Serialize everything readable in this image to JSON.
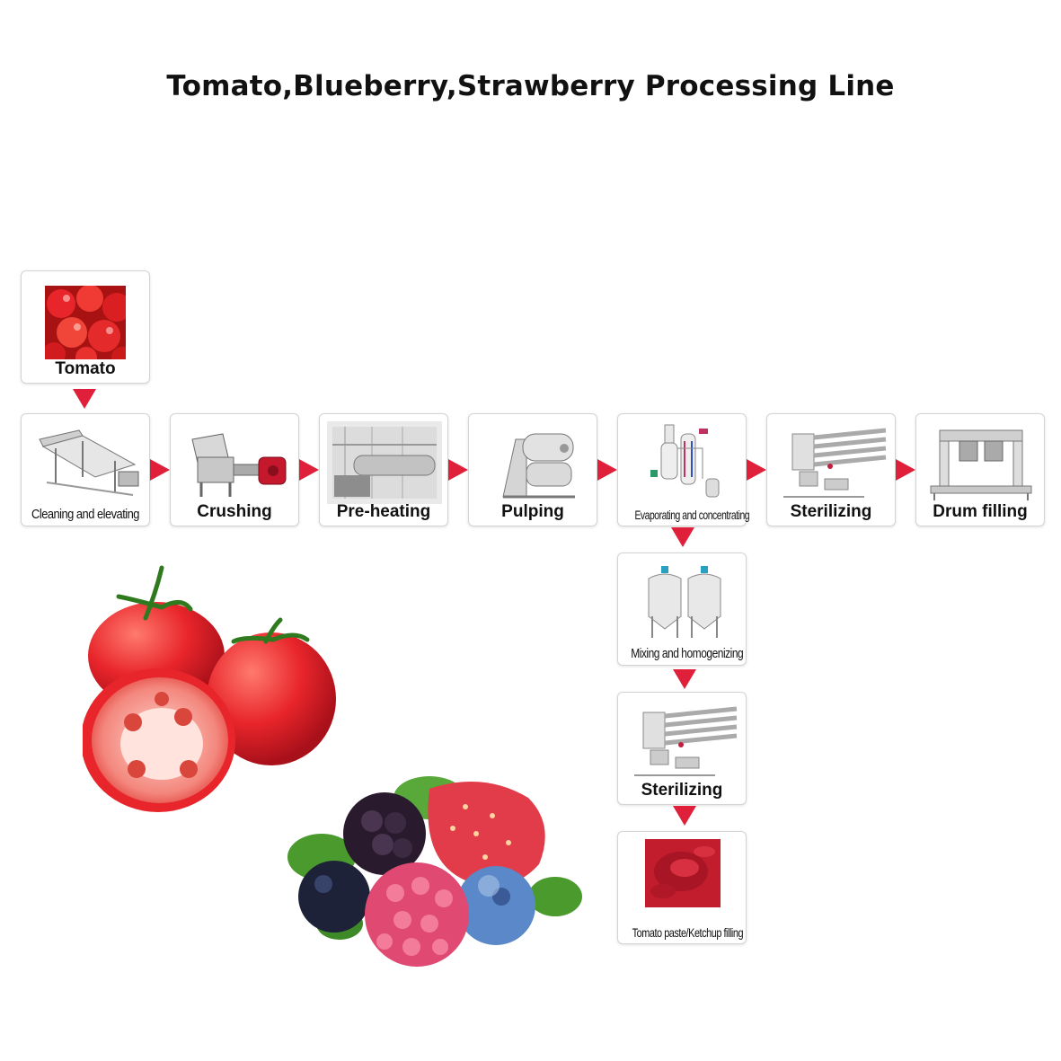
{
  "title": "Tomato,Blueberry,Strawberry Processing Line",
  "steps": {
    "tomato": "Tomato",
    "cleaning": "Cleaning and elevating",
    "crushing": "Crushing",
    "preheating": "Pre-heating",
    "pulping": "Pulping",
    "evaporating": "Evaporating and concentrating",
    "sterilizing": "Sterilizing",
    "drum_filling": "Drum filling",
    "mixing": "Mixing and homogenizing",
    "sterilizing2": "Sterilizing",
    "paste_filling": "Tomato paste/Ketchup filling"
  },
  "colors": {
    "arrow": "#e0203a",
    "tomato": "#e8252b",
    "box_border": "#d4d4d4"
  }
}
